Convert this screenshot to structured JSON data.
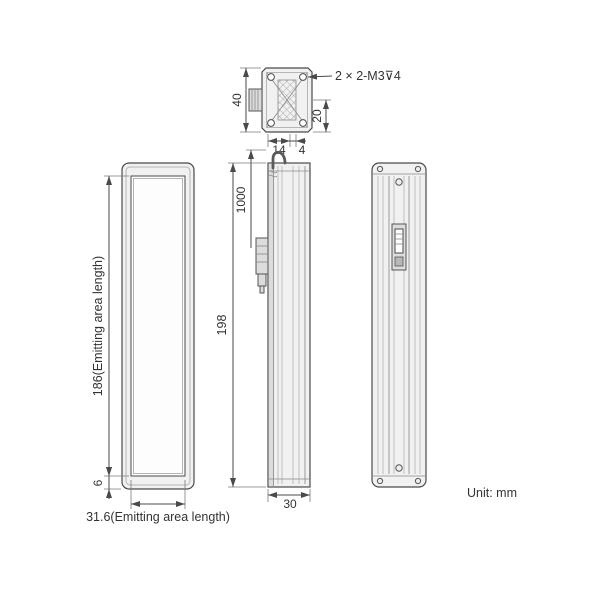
{
  "drawing": {
    "unit": "Unit: mm",
    "mount_label": "2 × 2-M3⊽4",
    "dim_top_height": "40",
    "dim_top_hole_offset": "20",
    "dim_top_width_main": "14",
    "dim_top_width_side": "4",
    "dim_cable_length": "1000",
    "dim_body_height": "198",
    "dim_emitting_length_side": "186(Emitting area length)",
    "dim_emitting_margin": "6",
    "dim_emitting_length_front": "31.6(Emitting area length)",
    "dim_body_depth": "30"
  }
}
